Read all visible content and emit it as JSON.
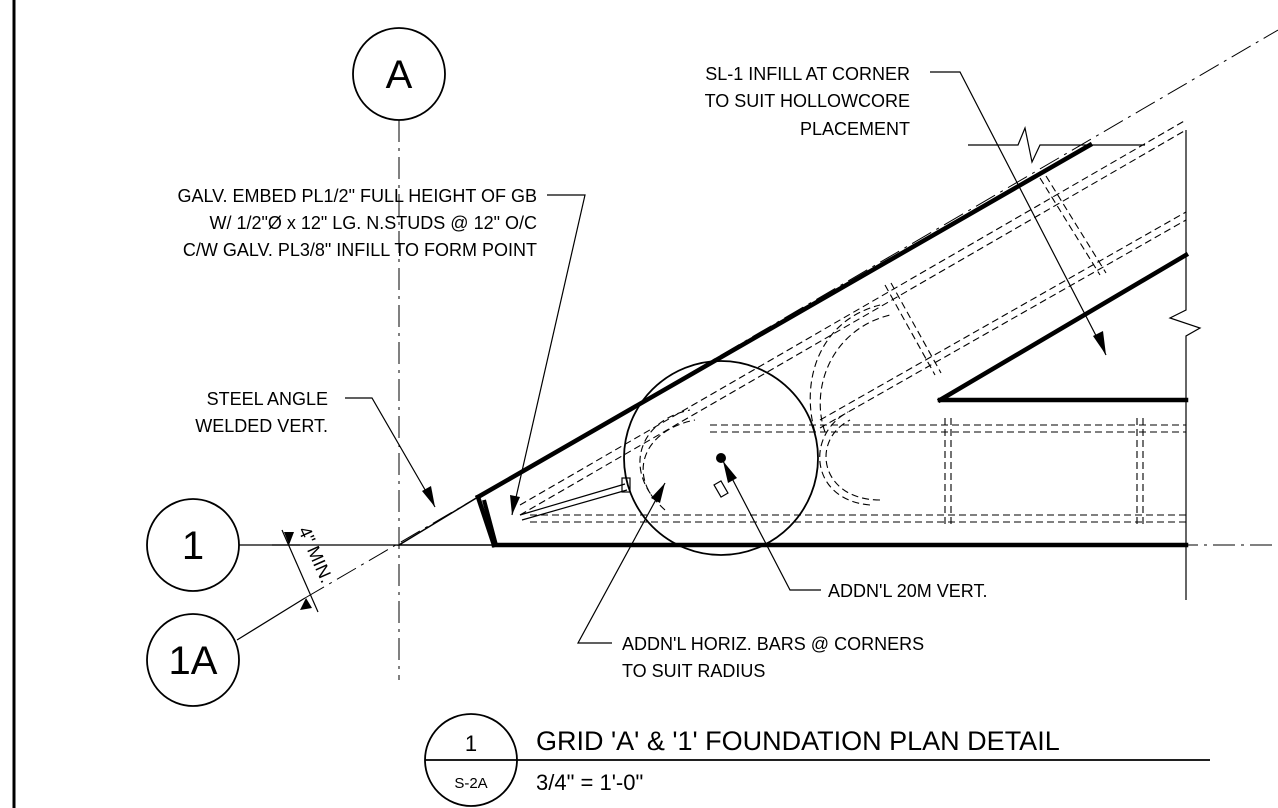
{
  "grid_bubbles": {
    "a": "A",
    "one": "1",
    "one_a": "1A"
  },
  "notes": {
    "sl1_infill": [
      "SL-1 INFILL AT CORNER",
      "TO SUIT HOLLOWCORE",
      "PLACEMENT"
    ],
    "galv_embed": [
      "GALV. EMBED PL1/2\" FULL HEIGHT OF GB",
      "W/ 1/2\"Ø x 12\" LG. N.STUDS @ 12\" O/C",
      "C/W GALV. PL3/8\" INFILL TO FORM POINT"
    ],
    "steel_angle": [
      "STEEL ANGLE",
      "WELDED VERT."
    ],
    "addnl_vert": "ADDN'L 20M VERT.",
    "addnl_horiz": [
      "ADDN'L HORIZ. BARS @ CORNERS",
      "TO SUIT RADIUS"
    ],
    "dimension": "4\" MIN."
  },
  "title_block": {
    "detail_number": "1",
    "sheet_number": "S-2A",
    "title": "GRID 'A' & '1' FOUNDATION PLAN DETAIL",
    "scale": "3/4\" = 1'-0\""
  },
  "colors": {
    "line": "#000000",
    "background": "#ffffff"
  }
}
